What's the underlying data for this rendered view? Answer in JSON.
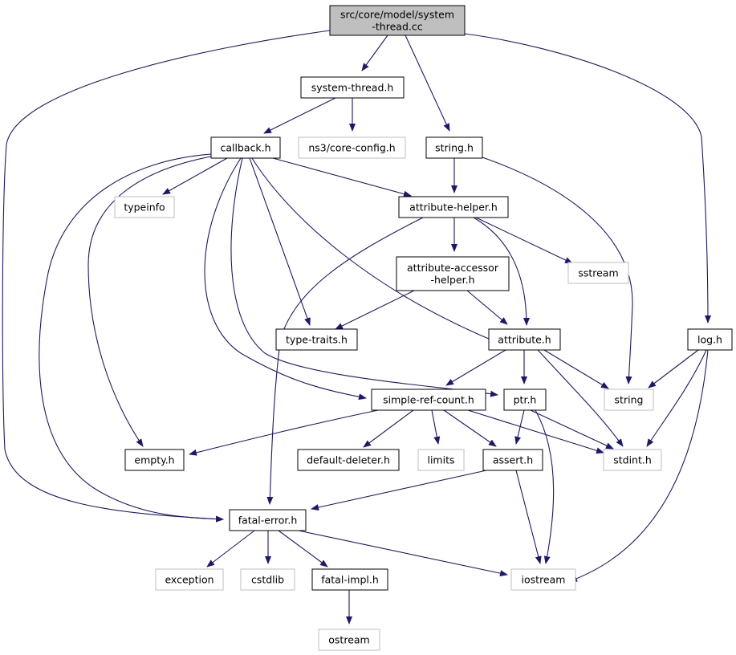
{
  "colors": {
    "edge": "#191970",
    "root_fill": "#bfbfbf",
    "internal_border": "#000000",
    "external_border": "#bfbfbf"
  },
  "nodes": {
    "root": {
      "lines": [
        "src/core/model/system",
        "-thread.cc"
      ],
      "kind": "root"
    },
    "system_thread_h": {
      "lines": [
        "system-thread.h"
      ],
      "kind": "internal"
    },
    "core_config_h": {
      "lines": [
        "ns3/core-config.h"
      ],
      "kind": "external"
    },
    "callback_h": {
      "lines": [
        "callback.h"
      ],
      "kind": "internal"
    },
    "string_h": {
      "lines": [
        "string.h"
      ],
      "kind": "internal"
    },
    "typeinfo": {
      "lines": [
        "typeinfo"
      ],
      "kind": "external"
    },
    "attribute_helper_h": {
      "lines": [
        "attribute-helper.h"
      ],
      "kind": "internal"
    },
    "attribute_accessor_helper_h": {
      "lines": [
        "attribute-accessor",
        "-helper.h"
      ],
      "kind": "internal"
    },
    "sstream": {
      "lines": [
        "sstream"
      ],
      "kind": "external"
    },
    "type_traits_h": {
      "lines": [
        "type-traits.h"
      ],
      "kind": "internal"
    },
    "attribute_h": {
      "lines": [
        "attribute.h"
      ],
      "kind": "internal"
    },
    "log_h": {
      "lines": [
        "log.h"
      ],
      "kind": "internal"
    },
    "simple_ref_count_h": {
      "lines": [
        "simple-ref-count.h"
      ],
      "kind": "internal"
    },
    "ptr_h": {
      "lines": [
        "ptr.h"
      ],
      "kind": "internal"
    },
    "string": {
      "lines": [
        "string"
      ],
      "kind": "external"
    },
    "empty_h": {
      "lines": [
        "empty.h"
      ],
      "kind": "internal"
    },
    "default_deleter_h": {
      "lines": [
        "default-deleter.h"
      ],
      "kind": "internal"
    },
    "limits": {
      "lines": [
        "limits"
      ],
      "kind": "external"
    },
    "assert_h": {
      "lines": [
        "assert.h"
      ],
      "kind": "internal"
    },
    "stdint_h": {
      "lines": [
        "stdint.h"
      ],
      "kind": "external"
    },
    "fatal_error_h": {
      "lines": [
        "fatal-error.h"
      ],
      "kind": "internal"
    },
    "exception": {
      "lines": [
        "exception"
      ],
      "kind": "external"
    },
    "cstdlib": {
      "lines": [
        "cstdlib"
      ],
      "kind": "external"
    },
    "fatal_impl_h": {
      "lines": [
        "fatal-impl.h"
      ],
      "kind": "internal"
    },
    "iostream": {
      "lines": [
        "iostream"
      ],
      "kind": "external"
    },
    "ostream": {
      "lines": [
        "ostream"
      ],
      "kind": "external"
    }
  },
  "edges": [
    [
      "root",
      "system_thread_h"
    ],
    [
      "root",
      "string_h"
    ],
    [
      "root",
      "log_h"
    ],
    [
      "root",
      "fatal_error_h"
    ],
    [
      "system_thread_h",
      "callback_h"
    ],
    [
      "system_thread_h",
      "core_config_h"
    ],
    [
      "callback_h",
      "typeinfo"
    ],
    [
      "callback_h",
      "attribute_helper_h"
    ],
    [
      "callback_h",
      "type_traits_h"
    ],
    [
      "callback_h",
      "attribute_h"
    ],
    [
      "callback_h",
      "simple_ref_count_h"
    ],
    [
      "callback_h",
      "ptr_h"
    ],
    [
      "callback_h",
      "empty_h"
    ],
    [
      "callback_h",
      "fatal_error_h"
    ],
    [
      "string_h",
      "attribute_helper_h"
    ],
    [
      "string_h",
      "string"
    ],
    [
      "attribute_helper_h",
      "attribute_accessor_helper_h"
    ],
    [
      "attribute_helper_h",
      "sstream"
    ],
    [
      "attribute_helper_h",
      "attribute_h"
    ],
    [
      "attribute_helper_h",
      "fatal_error_h"
    ],
    [
      "attribute_accessor_helper_h",
      "type_traits_h"
    ],
    [
      "attribute_accessor_helper_h",
      "attribute_h"
    ],
    [
      "attribute_h",
      "simple_ref_count_h"
    ],
    [
      "attribute_h",
      "ptr_h"
    ],
    [
      "attribute_h",
      "string"
    ],
    [
      "attribute_h",
      "stdint_h"
    ],
    [
      "log_h",
      "string"
    ],
    [
      "log_h",
      "stdint_h"
    ],
    [
      "log_h",
      "iostream"
    ],
    [
      "simple_ref_count_h",
      "empty_h"
    ],
    [
      "simple_ref_count_h",
      "default_deleter_h"
    ],
    [
      "simple_ref_count_h",
      "limits"
    ],
    [
      "simple_ref_count_h",
      "assert_h"
    ],
    [
      "simple_ref_count_h",
      "stdint_h"
    ],
    [
      "ptr_h",
      "assert_h"
    ],
    [
      "ptr_h",
      "stdint_h"
    ],
    [
      "ptr_h",
      "iostream"
    ],
    [
      "assert_h",
      "fatal_error_h"
    ],
    [
      "assert_h",
      "iostream"
    ],
    [
      "fatal_error_h",
      "exception"
    ],
    [
      "fatal_error_h",
      "cstdlib"
    ],
    [
      "fatal_error_h",
      "fatal_impl_h"
    ],
    [
      "fatal_error_h",
      "iostream"
    ],
    [
      "fatal_impl_h",
      "ostream"
    ]
  ]
}
